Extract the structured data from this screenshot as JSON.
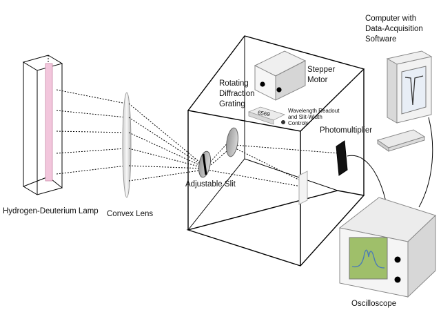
{
  "labels": {
    "lamp": "Hydrogen-Deuterium Lamp",
    "lens": "Convex Lens",
    "slit": "Adjustable Slit",
    "grating": "Rotating\nDiffraction\nGrating",
    "motor": "Stepper\nMotor",
    "readout": "Wavelength Readout\nand Slit-Width\nControls",
    "readout_value": "6569",
    "photomultiplier": "Photomultiplier",
    "computer": "Computer with\nData-Acquisition\nSoftware",
    "oscilloscope": "Oscilloscope"
  },
  "colors": {
    "lamp_tube": "#f2c6dc",
    "scope_screen": "#9fbf6a",
    "scope_trace": "#4a7ab8",
    "computer_screen": "#e8eef6",
    "device_gray": "#e4e4e4",
    "line": "#000000"
  },
  "icons": {
    "motor_knob": "black-dot-icon",
    "scope_knob": "black-dot-icon"
  }
}
